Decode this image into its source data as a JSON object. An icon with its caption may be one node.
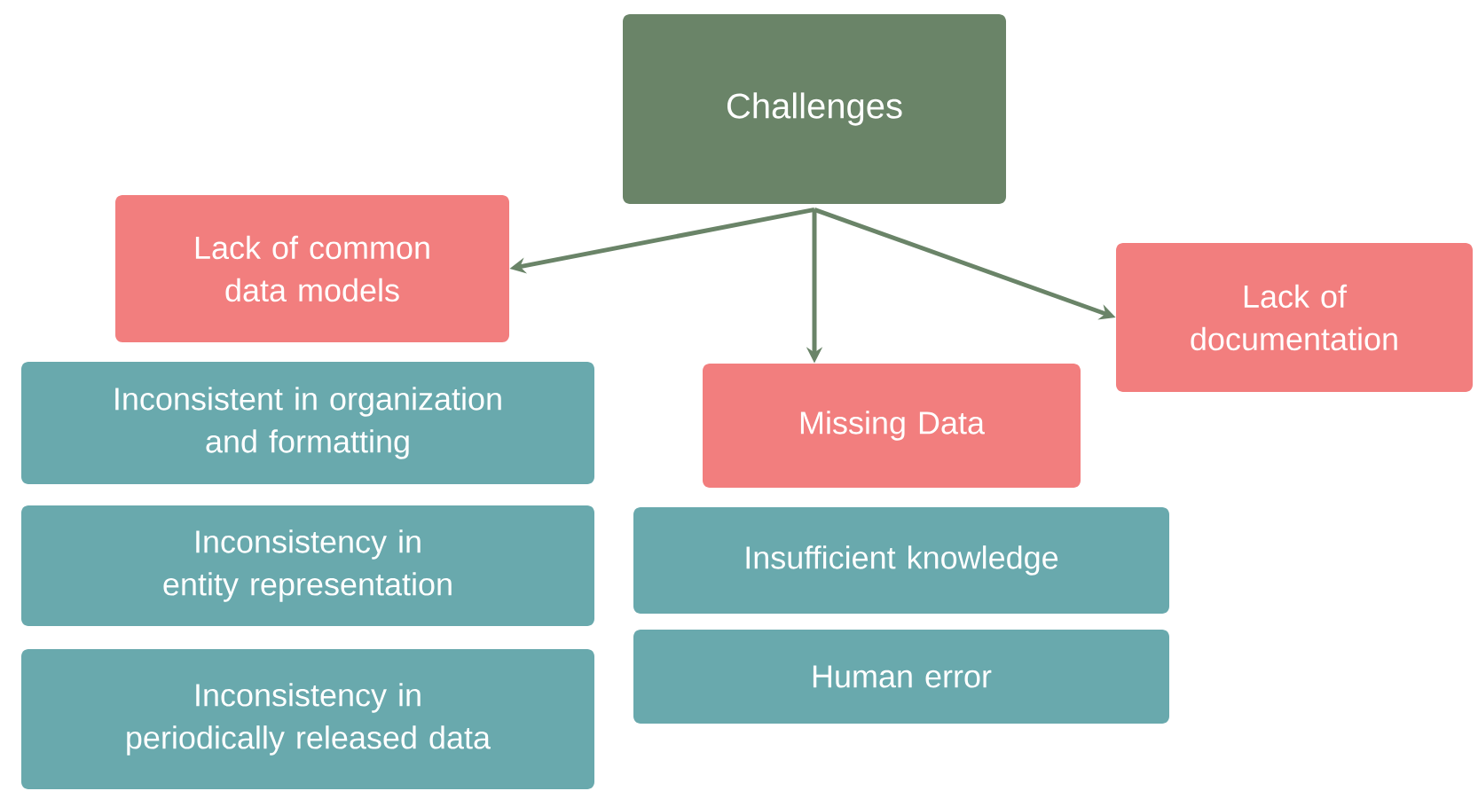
{
  "diagram": {
    "nodes": [
      {
        "text": [
          "Challenges"
        ]
      },
      {
        "text": [
          "Lack of common data models"
        ]
      },
      {
        "text": [
          "Missing Data"
        ]
      },
      {
        "text": [
          "Lack of documentation"
        ]
      },
      {
        "text": [
          "Inconsistent in organization and formatting"
        ]
      },
      {
        "text": [
          "Inconsistency in entity representation"
        ]
      },
      {
        "text": [
          "Inconsistency in periodically released data"
        ]
      },
      {
        "text": [
          "Insufficient knowledge"
        ]
      },
      {
        "text": [
          "Human error"
        ]
      }
    ],
    "edges": [
      {
        "from": 0,
        "to": 1,
        "arrow": "to"
      },
      {
        "from": 0,
        "to": 2,
        "arrow": "to"
      },
      {
        "from": 0,
        "to": 3,
        "arrow": "to"
      }
    ]
  }
}
